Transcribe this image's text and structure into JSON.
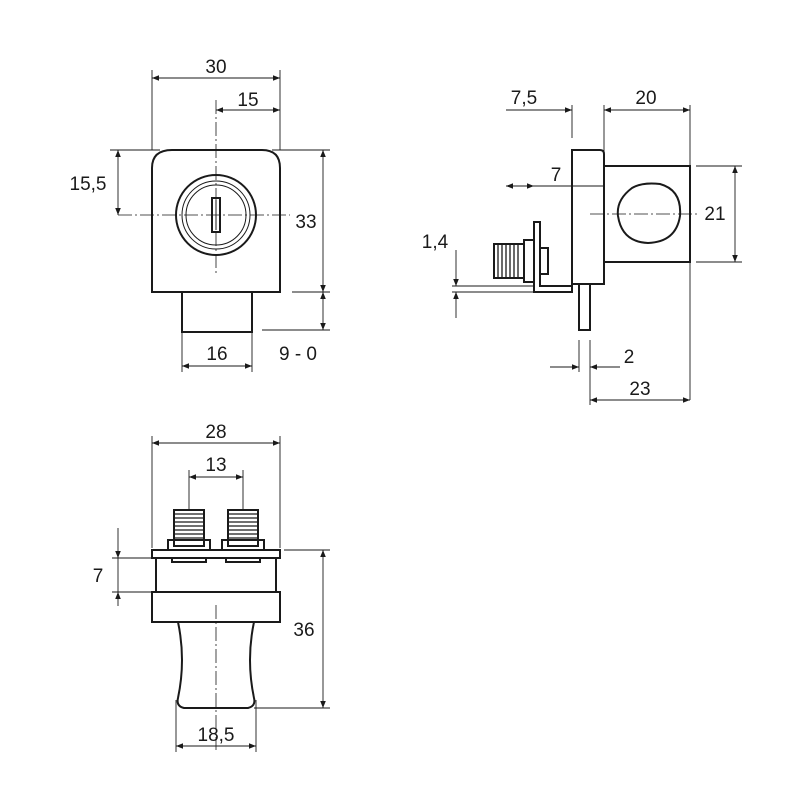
{
  "dimensions": {
    "front_width": "30",
    "front_half": "15",
    "front_key_height": "15,5",
    "front_height": "33",
    "front_base": "16",
    "front_range": "9 - 0",
    "side_offset": "7,5",
    "side_depth": "20",
    "side_thread": "7",
    "side_height": "21",
    "side_plate": "1,4",
    "side_pin": "2",
    "side_total": "23",
    "bottom_width": "28",
    "bottom_spacing": "13",
    "bottom_plate": "7",
    "bottom_height": "36",
    "bottom_base": "18,5"
  },
  "colors": {
    "line": "#1a1a1a",
    "background": "#ffffff"
  }
}
